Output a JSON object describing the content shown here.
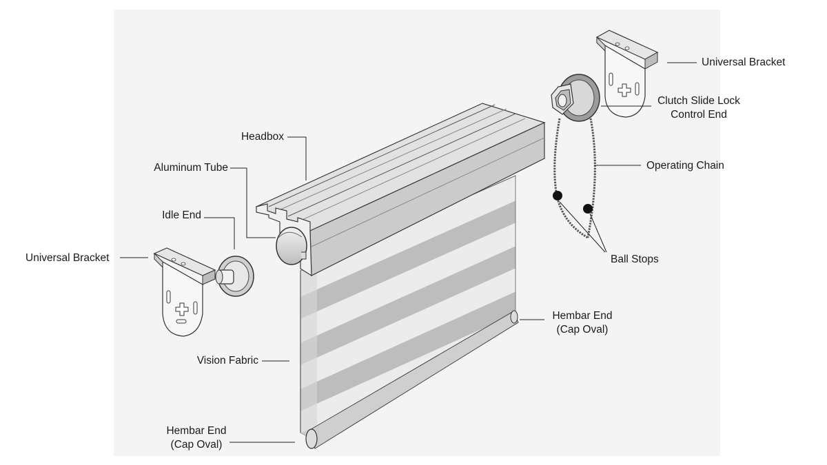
{
  "labels": {
    "universal_bracket_right": "Universal Bracket",
    "clutch_line1": "Clutch Slide Lock",
    "clutch_line2": "Control End",
    "headbox": "Headbox",
    "aluminum_tube": "Aluminum Tube",
    "operating_chain": "Operating Chain",
    "idle_end": "Idle End",
    "universal_bracket_left": "Universal Bracket",
    "ball_stops": "Ball Stops",
    "hembar_right_line1": "Hembar End",
    "hembar_right_line2": "(Cap Oval)",
    "vision_fabric": "Vision Fabric",
    "hembar_bottom_line1": "Hembar End",
    "hembar_bottom_line2": "(Cap Oval)"
  },
  "colors": {
    "background_panel": "#f4f4f4",
    "metal_light": "#e2e2e2",
    "metal_mid": "#c8c8c8",
    "metal_dark": "#9a9a9a",
    "outline": "#3a3a3a",
    "fabric_sheer": "#eaeaea",
    "fabric_solid": "#b9b9b9"
  }
}
